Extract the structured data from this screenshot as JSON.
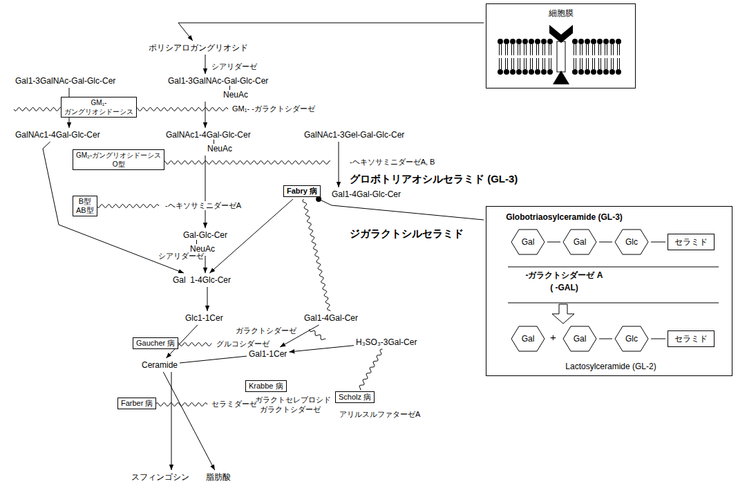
{
  "diagram": {
    "nodes": [
      {
        "text": [
          "細胞膜"
        ]
      },
      {
        "text": [
          "ポリシアロガングリオシド"
        ]
      },
      {
        "text": [
          "Gal1-3GalNAc-Gal-Glc-Cer"
        ]
      },
      {
        "text": [
          "Gal1-3GalNAc-Gal-Glc-Cer",
          "NeuAc"
        ]
      },
      {
        "text": [
          "GM₁- ガングリオシドーシス"
        ]
      },
      {
        "text": [
          "GalNAc1-4Gal-Glc-Cer"
        ]
      },
      {
        "text": [
          "GalNAc1-4Gal-Glc-Cer",
          "NeuAc"
        ]
      },
      {
        "text": [
          "GalNAc1-3Gel-Gal-Glc-Cer"
        ]
      },
      {
        "text": [
          "GM₂-ガングリオシドーシス",
          "O型"
        ]
      },
      {
        "text": [
          "B型 AB型"
        ]
      },
      {
        "text": [
          "Gal-Glc-Cer",
          "NeuAc"
        ]
      },
      {
        "text": [
          "Gal1-4Gal-Glc-Cer"
        ]
      },
      {
        "text": [
          "Fabry 病"
        ]
      },
      {
        "text": [
          "Gal  1-4Glc-Cer"
        ]
      },
      {
        "text": [
          "Gal1-4Gal-Cer"
        ]
      },
      {
        "text": [
          "Glc1-1Cer"
        ]
      },
      {
        "text": [
          "Gaucher 病"
        ]
      },
      {
        "text": [
          "Ceramide"
        ]
      },
      {
        "text": [
          "Gal1-1Cer"
        ]
      },
      {
        "text": [
          "H₃SO₃-3Gal-Cer"
        ]
      },
      {
        "text": [
          "Krabbe 病"
        ]
      },
      {
        "text": [
          "Scholz 病"
        ]
      },
      {
        "text": [
          "Farber 病"
        ]
      },
      {
        "text": [
          "スフィンゴシン"
        ]
      },
      {
        "text": [
          "脂肪酸"
        ]
      },
      {
        "text": [
          "Globotriaosylceramide (GL-3)",
          "-ガラクトシダーゼ A",
          "(  -GAL)",
          "Lactosylceramide (GL-2)"
        ]
      },
      {
        "text": [
          "Gal"
        ],
        "in": 25
      },
      {
        "text": [
          "Gal"
        ],
        "in": 25
      },
      {
        "text": [
          "Glc"
        ],
        "in": 25
      },
      {
        "text": [
          "セラミド"
        ],
        "in": 25
      },
      {
        "text": [
          "Gal"
        ],
        "in": 25
      },
      {
        "text": [
          "Gal"
        ],
        "in": 25
      },
      {
        "text": [
          "Glc"
        ],
        "in": 25
      },
      {
        "text": [
          "セラミド"
        ],
        "in": 25
      }
    ],
    "edges": [
      {
        "from": 0,
        "to": 1,
        "arrow": "to"
      },
      {
        "from": 1,
        "to": 3,
        "arrow": "to"
      },
      {
        "from": 2,
        "to": 5,
        "arrow": "to"
      },
      {
        "from": 3,
        "to": 6,
        "arrow": "to"
      },
      {
        "from": 6,
        "to": 10,
        "arrow": "to"
      },
      {
        "from": 5,
        "to": 13,
        "arrow": "to"
      },
      {
        "from": 7,
        "to": 11,
        "arrow": "to"
      },
      {
        "from": 10,
        "to": 13,
        "arrow": "to"
      },
      {
        "from": 12,
        "to": 13,
        "arrow": "to"
      },
      {
        "from": 12,
        "to": 14,
        "arrow": "none"
      },
      {
        "from": 12,
        "to": 25,
        "arrow": "none"
      },
      {
        "from": 13,
        "to": 15,
        "arrow": "to"
      },
      {
        "from": 15,
        "to": 17,
        "arrow": "to"
      },
      {
        "from": 14,
        "to": 18,
        "arrow": "to"
      },
      {
        "from": 19,
        "to": 18,
        "arrow": "to"
      },
      {
        "from": 17,
        "to": 18,
        "arrow": "none"
      },
      {
        "from": 19,
        "to": 21,
        "arrow": "none"
      },
      {
        "from": 17,
        "to": 23,
        "arrow": "to"
      },
      {
        "from": 17,
        "to": 24,
        "arrow": "to"
      },
      {
        "from": 26,
        "to": 27,
        "arrow": "none"
      },
      {
        "from": 27,
        "to": 28,
        "arrow": "none"
      },
      {
        "from": 28,
        "to": 29,
        "arrow": "none"
      },
      {
        "from": 31,
        "to": 32,
        "arrow": "none"
      },
      {
        "from": 32,
        "to": 33,
        "arrow": "none"
      }
    ],
    "labels": [
      "シアリダーゼ",
      "GM₁- -ガラクトシダーゼ",
      "-ヘキソサミニダーゼA, B",
      "-ヘキソサミニダーゼA",
      "シアリダーゼ",
      "グロボトリアオシルセラミド (GL-3)",
      "ジガラクトシルセラミド",
      "ガラクトシダーゼ",
      "グルコシダーゼ",
      "ガラクトセレブロシド",
      "ガラクトシダーゼ",
      "アリルスルファターゼA",
      "セラミダーゼ",
      "+"
    ]
  }
}
